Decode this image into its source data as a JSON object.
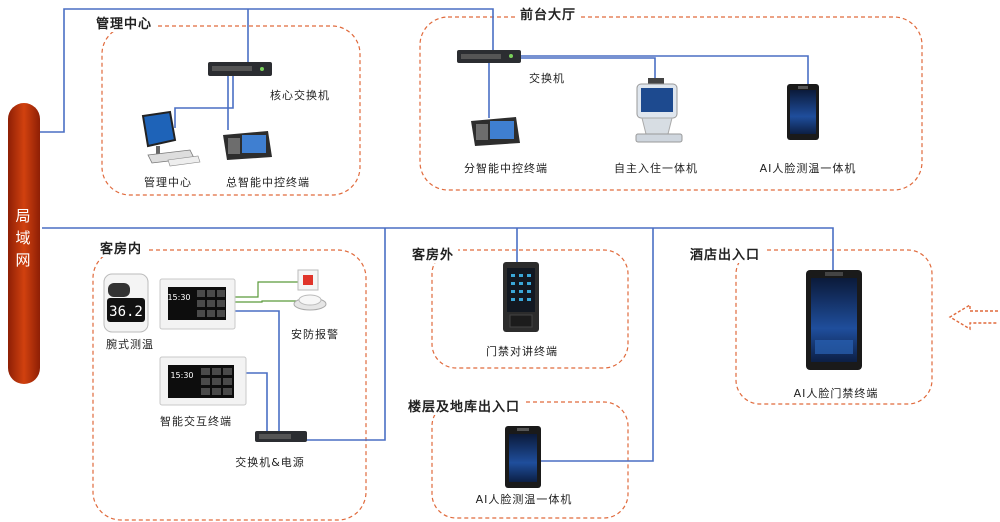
{
  "lan": {
    "label": "局域网"
  },
  "zones": {
    "management": {
      "title": "管理中心"
    },
    "front_desk": {
      "title": "前台大厅"
    },
    "guest_room_in": {
      "title": "客房内"
    },
    "guest_room_out": {
      "title": "客房外"
    },
    "hotel_entrance": {
      "title": "酒店出入口"
    },
    "floor_garage": {
      "title": "楼层及地库出入口"
    }
  },
  "devices": {
    "core_switch": "核心交换机",
    "mgmt_pc": "管理中心",
    "master_control_terminal": "总智能中控终端",
    "front_switch": "交换机",
    "sub_control_terminal": "分智能中控终端",
    "self_checkin_kiosk": "自主入住一体机",
    "ai_face_temp_front": "AI人脸测温一体机",
    "wrist_temp": "腕式测温",
    "security_alarm": "安防报警",
    "smart_interaction_terminal": "智能交互终端",
    "room_switch_power": "交换机&电源",
    "door_intercom": "门禁对讲终端",
    "ai_face_access": "AI人脸门禁终端",
    "ai_face_temp_floor": "AI人脸测温一体机"
  },
  "screens": {
    "panel_time": "15:30",
    "thermometer_reading": "36.2"
  },
  "colors": {
    "wire": "#4a6fc4",
    "lan": "#c8380c",
    "dashed_border": "#e06a3c",
    "arrow": "#e06a3c",
    "alarm_wire": "#5a9a3a"
  }
}
